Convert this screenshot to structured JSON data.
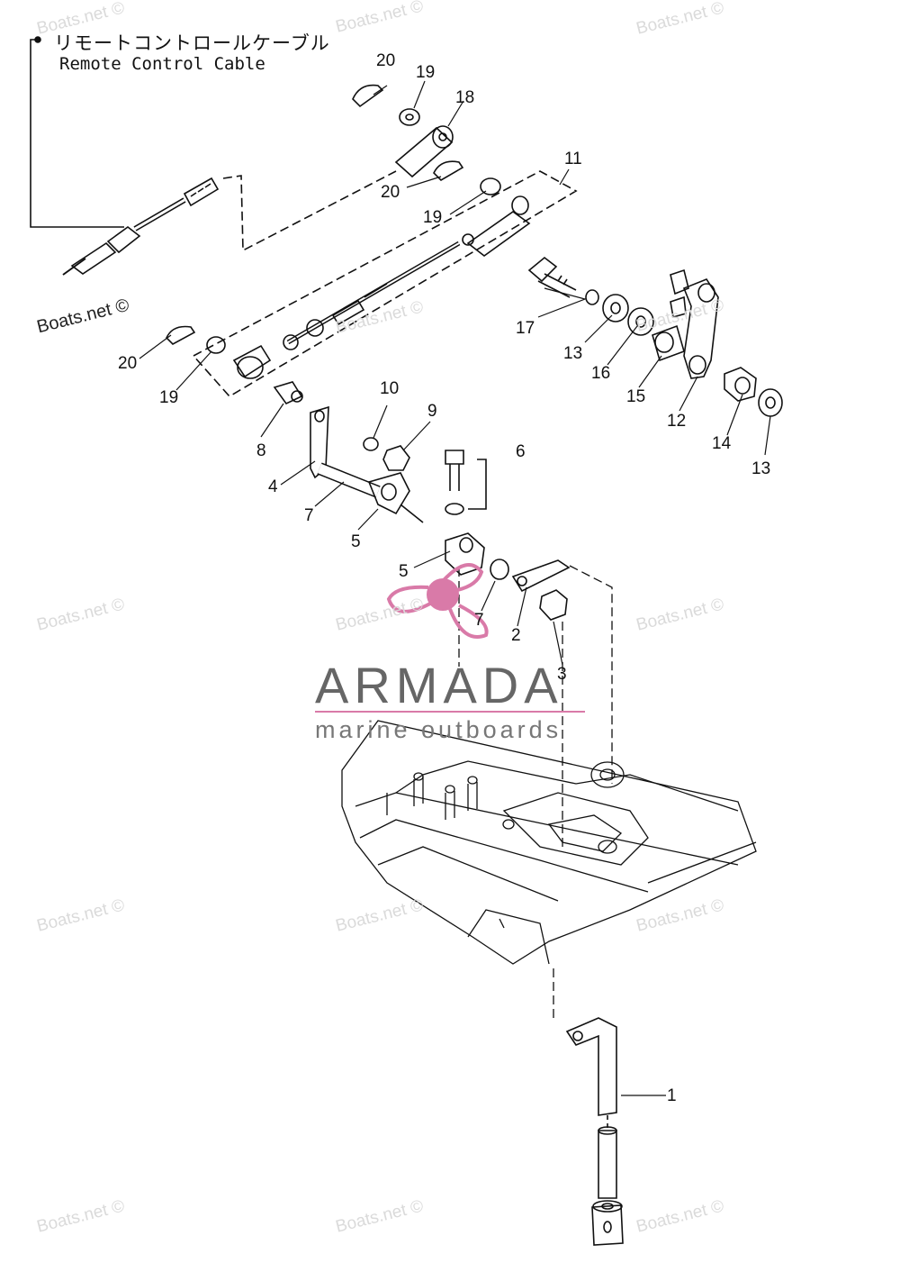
{
  "header": {
    "title_jp": "リモートコントロールケーブル",
    "title_en": "Remote Control Cable"
  },
  "callouts": [
    {
      "id": "c20a",
      "text": "20"
    },
    {
      "id": "c19a",
      "text": "19"
    },
    {
      "id": "c18",
      "text": "18"
    },
    {
      "id": "c20b",
      "text": "20"
    },
    {
      "id": "c19b",
      "text": "19"
    },
    {
      "id": "c11",
      "text": "11"
    },
    {
      "id": "c20c",
      "text": "20"
    },
    {
      "id": "c19c",
      "text": "19"
    },
    {
      "id": "c17",
      "text": "17"
    },
    {
      "id": "c13a",
      "text": "13"
    },
    {
      "id": "c16",
      "text": "16"
    },
    {
      "id": "c15",
      "text": "15"
    },
    {
      "id": "c12",
      "text": "12"
    },
    {
      "id": "c14",
      "text": "14"
    },
    {
      "id": "c13b",
      "text": "13"
    },
    {
      "id": "c10",
      "text": "10"
    },
    {
      "id": "c9",
      "text": "9"
    },
    {
      "id": "c8",
      "text": "8"
    },
    {
      "id": "c6",
      "text": "6"
    },
    {
      "id": "c4",
      "text": "4"
    },
    {
      "id": "c7a",
      "text": "7"
    },
    {
      "id": "c5a",
      "text": "5"
    },
    {
      "id": "c5b",
      "text": "5"
    },
    {
      "id": "c7b",
      "text": "7"
    },
    {
      "id": "c2",
      "text": "2"
    },
    {
      "id": "c3",
      "text": "3"
    },
    {
      "id": "c1",
      "text": "1"
    }
  ],
  "watermark": "Boats.net ©",
  "logo": {
    "name": "ARMADA",
    "tagline": "marine outboards",
    "accent": "#d97aa8",
    "text_color": "#666666"
  },
  "colors": {
    "line": "#111111",
    "watermark": "#d6d6d6"
  }
}
